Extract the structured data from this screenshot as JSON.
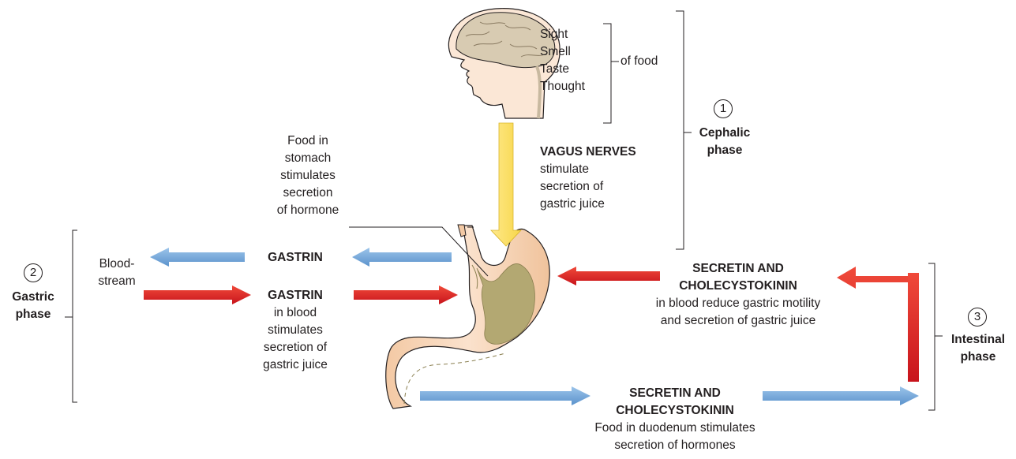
{
  "senses": [
    "Sight",
    "Smell",
    "Taste",
    "Thought"
  ],
  "senses_suffix": "of food",
  "vagus": {
    "title": "VAGUS NERVES",
    "lines": [
      "stimulate",
      "secretion of",
      "gastric juice"
    ]
  },
  "phases": {
    "cephalic": {
      "number": "1",
      "lines": [
        "Cephalic",
        "phase"
      ]
    },
    "gastric": {
      "number": "2",
      "lines": [
        "Gastric",
        "phase"
      ]
    },
    "intestinal": {
      "number": "3",
      "lines": [
        "Intestinal",
        "phase"
      ]
    }
  },
  "food_in_stomach": [
    "Food in",
    "stomach",
    "stimulates",
    "secretion",
    "of hormone"
  ],
  "bloodstream": [
    "Blood-",
    "stream"
  ],
  "gastrin_top": "GASTRIN",
  "gastrin_bottom": {
    "title": "GASTRIN",
    "lines": [
      "in blood",
      "stimulates",
      "secretion of",
      "gastric juice"
    ]
  },
  "secretin_top": {
    "title_lines": [
      "SECRETIN AND",
      "CHOLECYSTOKININ"
    ],
    "lines": [
      "in blood reduce gastric motility",
      "and secretion of gastric juice"
    ]
  },
  "secretin_bottom": {
    "title_lines": [
      "SECRETIN AND",
      "CHOLECYSTOKININ"
    ],
    "lines": [
      "Food in duodenum stimulates",
      "secretion of hormones"
    ]
  },
  "colors": {
    "blue_arrow": "#6fa8dc",
    "red_arrow": "#e02424",
    "yellow_arrow": "#ffe066",
    "skin": "#f8dcc4",
    "brain": "#c8b9a0",
    "gastric_juice": "#b3a872"
  }
}
